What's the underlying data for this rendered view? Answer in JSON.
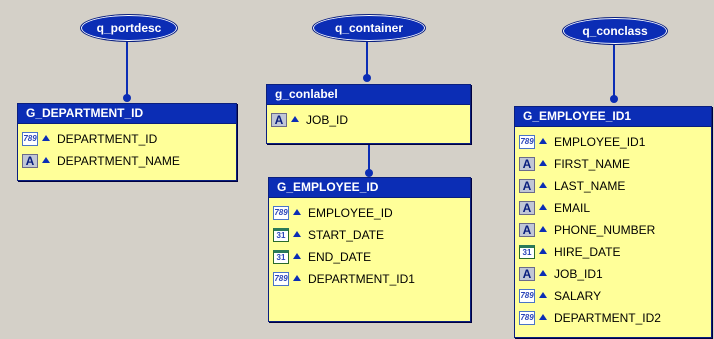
{
  "queries": [
    {
      "name": "q_portdesc"
    },
    {
      "name": "q_container"
    },
    {
      "name": "q_conclass"
    }
  ],
  "groups": {
    "department": {
      "title": "G_DEPARTMENT_ID",
      "items": [
        {
          "label": "DEPARTMENT_ID",
          "type": "number",
          "icon_text": "789"
        },
        {
          "label": "DEPARTMENT_NAME",
          "type": "char",
          "icon_text": "A"
        }
      ]
    },
    "conlabel": {
      "title": "g_conlabel",
      "items": [
        {
          "label": "JOB_ID",
          "type": "char",
          "icon_text": "A"
        }
      ]
    },
    "employee": {
      "title": "G_EMPLOYEE_ID",
      "items": [
        {
          "label": "EMPLOYEE_ID",
          "type": "number",
          "icon_text": "789"
        },
        {
          "label": "START_DATE",
          "type": "date",
          "icon_text": "31"
        },
        {
          "label": "END_DATE",
          "type": "date",
          "icon_text": "31"
        },
        {
          "label": "DEPARTMENT_ID1",
          "type": "number",
          "icon_text": "789"
        }
      ]
    },
    "employee1": {
      "title": "G_EMPLOYEE_ID1",
      "items": [
        {
          "label": "EMPLOYEE_ID1",
          "type": "number",
          "icon_text": "789"
        },
        {
          "label": "FIRST_NAME",
          "type": "char",
          "icon_text": "A"
        },
        {
          "label": "LAST_NAME",
          "type": "char",
          "icon_text": "A"
        },
        {
          "label": "EMAIL",
          "type": "char",
          "icon_text": "A"
        },
        {
          "label": "PHONE_NUMBER",
          "type": "char",
          "icon_text": "A"
        },
        {
          "label": "HIRE_DATE",
          "type": "date",
          "icon_text": "31"
        },
        {
          "label": "JOB_ID1",
          "type": "char",
          "icon_text": "A"
        },
        {
          "label": "SALARY",
          "type": "number",
          "icon_text": "789"
        },
        {
          "label": "DEPARTMENT_ID2",
          "type": "number",
          "icon_text": "789"
        }
      ]
    }
  },
  "colors": {
    "background": "#d4d0c8",
    "header": "#0b2db5",
    "body": "#ffff99",
    "connector": "#0b2db5"
  }
}
